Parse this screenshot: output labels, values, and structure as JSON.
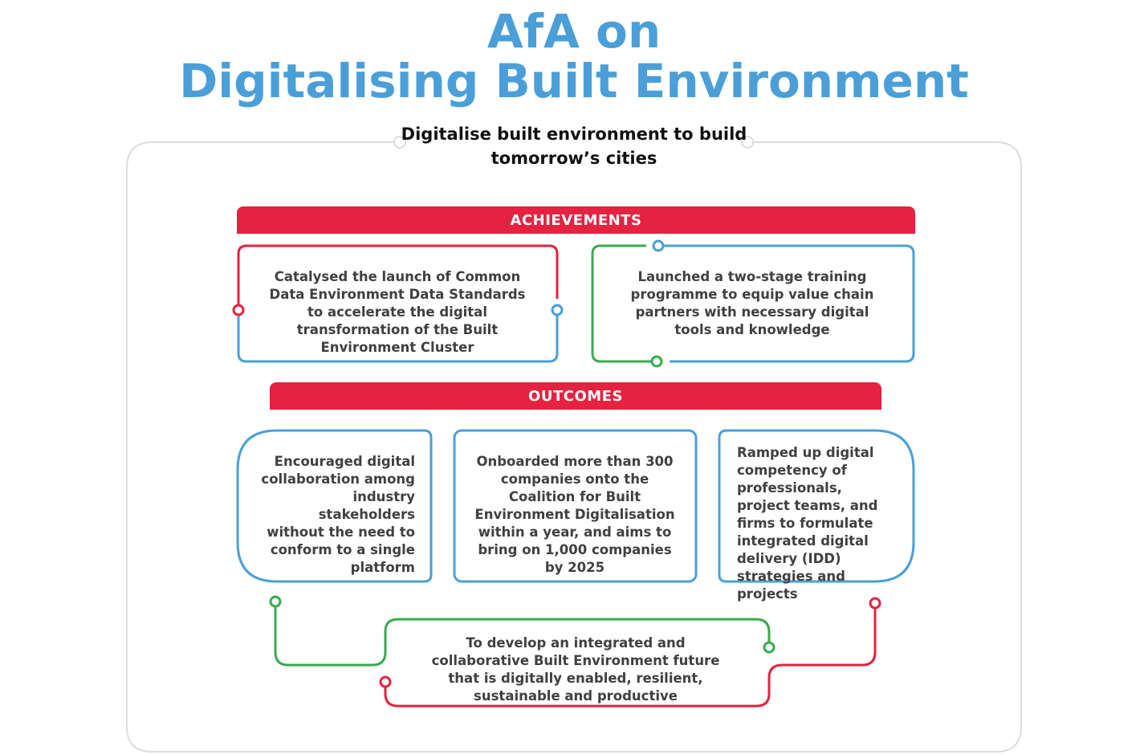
{
  "title": {
    "line1": "AfA on",
    "line2": "Digitalising Built Environment"
  },
  "subtitle": "Digitalise built environment to build tomorrow’s cities",
  "achievements": {
    "heading": "ACHIEVEMENTS",
    "items": [
      "Catalysed the launch of Common Data Environment Data Standards to accelerate the digital transformation of the Built Environment Cluster",
      "Launched a two-stage training programme to equip value chain partners with necessary digital tools and knowledge"
    ]
  },
  "outcomes": {
    "heading": "OUTCOMES",
    "items": [
      "Encouraged digital collaboration among industry stakeholders without the need to conform to a single platform",
      "Onboarded more than 300 companies onto the Coalition for Built Environment Digitalisation within a year, and aims to bring on 1,000 companies by 2025",
      "Ramped up digital competency of professionals, project teams, and firms to formulate integrated digital delivery (IDD) strategies and projects"
    ]
  },
  "vision": "To develop an integrated and collaborative Built Environment future that is digitally enabled, resilient, sustainable and productive",
  "colors": {
    "title_blue": "#4b9fd8",
    "box_blue": "#4b9fd8",
    "banner_red": "#e5223f",
    "accent_green": "#3aaa4e",
    "frame_grey": "#dcdcdc"
  }
}
